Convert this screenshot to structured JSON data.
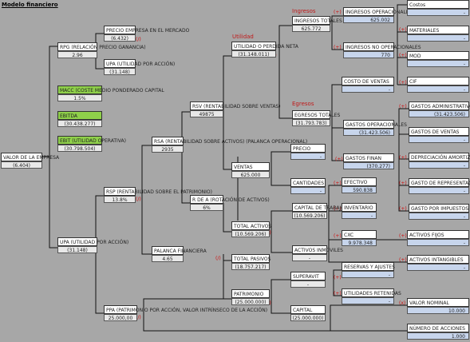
{
  "title": "Modelo financiero",
  "red_labels": {
    "ut": "Utilidad",
    "ing": "Ingresos",
    "egr": "Egresos"
  },
  "op": {
    "x": "(x)",
    "div": "(/)",
    "plus": "(+)",
    "minus": "(-)"
  },
  "nodes": {
    "valor_empresa": {
      "label": "VALOR DE LA EMPRESA",
      "value": "(6.404)"
    },
    "rpg": {
      "label": "RPG (RELACIÓN PRECIO GANANCIA)",
      "value": "2.96"
    },
    "precio_emp": {
      "label": "PRECIO EMPRESA EN EL MERCADO",
      "value": "(6.432)"
    },
    "upa_top": {
      "label": "UPA (UTILIDAD POR ACCIÓN)",
      "value": "(31.148)"
    },
    "macc": {
      "label": "MACC (COSTE MEDIO PONDERADO CAPITAL",
      "value": "1.5%"
    },
    "ebitda": {
      "label": "EBITDA",
      "value": "(30.438.277)"
    },
    "ebit": {
      "label": "EBIT (UTILIDAD OPERATIVA)",
      "value": "(30.798.504)"
    },
    "rsa": {
      "label": "RSA (RENTABILIDAD SOBRE ACTIVOS) (PALANCA OPERACIONAL)",
      "value": "2935"
    },
    "rsv": {
      "label": "RSV (RENTABILIDAD SOBRE VENTAS)",
      "value": "49875"
    },
    "utilidad_neta": {
      "label": "UTILIDAD O PERDIDA NETA",
      "value": "(31.148.011)"
    },
    "ingresos_totales": {
      "label": "INGRESOS TOTALES",
      "value": "625.772"
    },
    "ing_oper": {
      "label": "INGRESOS OPERACIONALES",
      "value": "625.002"
    },
    "ing_no_oper": {
      "label": "INGRESOS NO OPERACIONALES",
      "value": "770"
    },
    "costos": {
      "label": "Costos",
      "value": "-"
    },
    "materiales": {
      "label": "MATERIALES",
      "value": "-"
    },
    "mod": {
      "label": "MOD",
      "value": "-"
    },
    "cif": {
      "label": "CIF",
      "value": "-"
    },
    "egresos_totales": {
      "label": "EGRESOS TOTALES",
      "value": "(31.793.783)"
    },
    "costo_ventas": {
      "label": "COSTO DE VENTAS",
      "value": "-"
    },
    "gastos_oper": {
      "label": "GASTOS OPERACIONALES",
      "value": "(31.423.506)"
    },
    "gastos_admin": {
      "label": "GASTOS ADMINISTRATIVOS",
      "value": "(31.423.506)"
    },
    "gastos_ventas": {
      "label": "GASTOS DE VENTAS",
      "value": "-"
    },
    "depreciacion": {
      "label": "DEPRECIACIÓN AMORTIZACIÓN",
      "value": "-"
    },
    "gastos_fin": {
      "label": "GASTOS FINAN",
      "value": "(370.277)"
    },
    "gasto_repre": {
      "label": "GASTO DE REPRESENTACIÓN",
      "value": "-"
    },
    "gasto_imp": {
      "label": "GASTO POR IMPUESTOS",
      "value": "-"
    },
    "rsp": {
      "label": "RSP (RENTABILIDAD SOBRE EL PATRIMONIO)",
      "value": "13.8%"
    },
    "ventas": {
      "label": "VENTAS",
      "value": "625.000"
    },
    "precio": {
      "label": "PRECIO",
      "value": "-"
    },
    "cantidades": {
      "label": "CANTIDADES",
      "value": "-"
    },
    "rdea": {
      "label": "R DE A (ROTACIÓN DE ACTIVOS)",
      "value": "6%"
    },
    "total_activos": {
      "label": "TOTAL ACTIVOS",
      "value": "(10.569.206)"
    },
    "capital_trab": {
      "label": "CAPITAL DE TRABAJO",
      "value": "(10.569.206)"
    },
    "efectivo": {
      "label": "EFECTIVO",
      "value": "590.838"
    },
    "inventario": {
      "label": "INVENTARIO",
      "value": "-"
    },
    "cxc": {
      "label": "CXC",
      "value": "9.978.348"
    },
    "activos_fijos": {
      "label": "ACTIVOS FIJOS",
      "value": "-"
    },
    "activos_inmov": {
      "label": "ACTIVOS INMOVILES",
      "value": "-"
    },
    "activos_intang": {
      "label": "ACTIVOS INTANGIBLES",
      "value": "-"
    },
    "palanca_fin": {
      "label": "PALANCA FINANCIERA",
      "value": "4.65"
    },
    "total_pasivos": {
      "label": "TOTAL PASIVOS",
      "value": "(18.757.217)"
    },
    "patrimonio": {
      "label": "PATRIMONIO",
      "value": "(25.000.000)"
    },
    "superavit": {
      "label": "SUPERAVIT",
      "value": "-"
    },
    "reservas": {
      "label": "RESERVAS Y AJUSTES",
      "value": "-"
    },
    "util_ret": {
      "label": "UTILIDADES RETENIDAS",
      "value": "-"
    },
    "capital": {
      "label": "CAPITAL",
      "value": "(25.000.000)"
    },
    "valor_nominal": {
      "label": "VALOR NOMINAL",
      "value": "10.000"
    },
    "num_acciones": {
      "label": "NÚMERO DE ACCIONES",
      "value": "1.000"
    },
    "upa_bot": {
      "label": "UPA (UTILIDAD POR ACCIÓN)",
      "value": "(31.148)"
    },
    "ppa": {
      "label": "PPA (PATRIMONIO POR ACCIÓN, VALOR INTRÍNSECO DE LA ACCIÓN)",
      "value": "25.000,00"
    }
  }
}
